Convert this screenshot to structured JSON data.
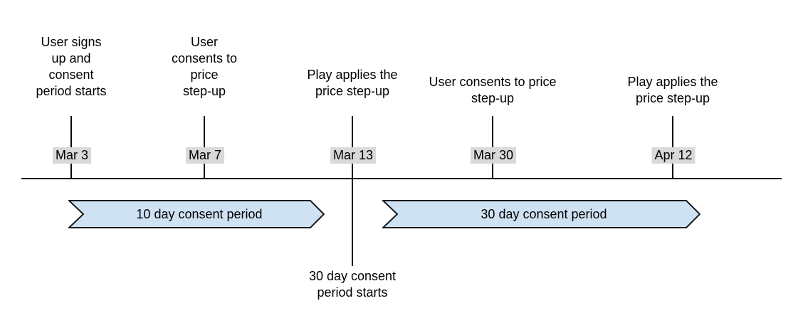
{
  "diagram": {
    "title_hint": "Price step-up consent timeline",
    "events": [
      {
        "label": "User signs\nup and\nconsent\nperiod starts",
        "date": "Mar 3"
      },
      {
        "label": "User\nconsents to\nprice\nstep-up",
        "date": "Mar 7"
      },
      {
        "label": "Play applies the\nprice step-up",
        "date": "Mar 13"
      },
      {
        "label": "User consents to price\nstep-up",
        "date": "Mar 30"
      },
      {
        "label": "Play applies the\nprice step-up",
        "date": "Apr 12"
      }
    ],
    "periods": [
      {
        "label": "10 day consent period"
      },
      {
        "label": "30 day consent period"
      }
    ],
    "annotation": {
      "label": "30 day consent\nperiod starts"
    },
    "colors": {
      "period_fill": "#cfe2f3",
      "period_stroke": "#1a1a1a",
      "date_bg": "#d9d9d9",
      "line": "#000000",
      "text": "#000000"
    }
  }
}
